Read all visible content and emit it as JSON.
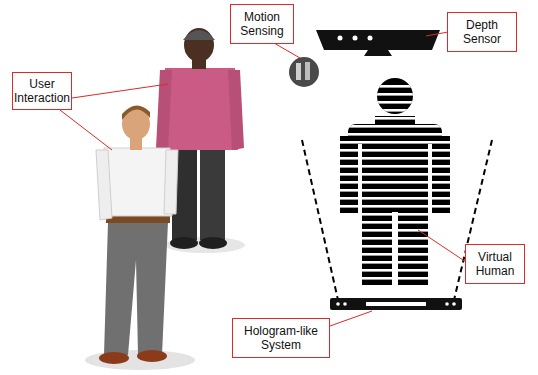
{
  "diagram": {
    "nodes": [
      {
        "text": [
          "Motion Sensing"
        ]
      },
      {
        "text": [
          "Depth Sensor"
        ]
      },
      {
        "text": [
          "User Interaction"
        ]
      },
      {
        "text": [
          "Virtual Human"
        ]
      },
      {
        "text": [
          "Hologram-like System"
        ]
      }
    ]
  }
}
